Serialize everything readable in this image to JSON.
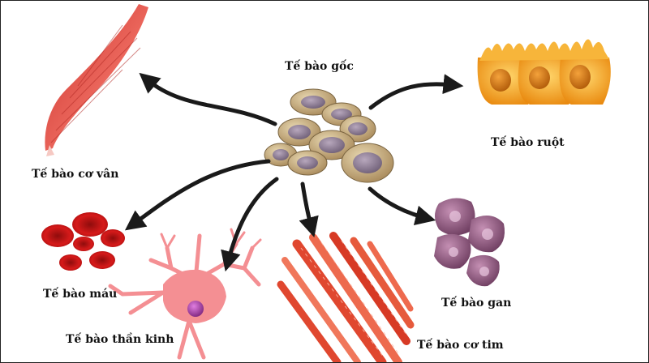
{
  "labels": {
    "center": "Tế bào gốc",
    "muscle": "Tế bào cơ vân",
    "intestine": "Tế bào ruột",
    "blood": "Tế bào máu",
    "nerve": "Tế bào thần kinh",
    "heart": "Tế bào cơ tim",
    "liver": "Tế bào gan"
  },
  "icons": {
    "center": "stem-cell-cluster-icon",
    "muscle": "skeletal-muscle-icon",
    "intestine": "intestinal-cell-icon",
    "blood": "red-blood-cell-icon",
    "nerve": "neuron-icon",
    "heart": "cardiac-muscle-icon",
    "liver": "liver-cell-icon"
  },
  "colors": {
    "arrow": "#1a1a1a",
    "stem_cell": "#c9ad7a",
    "stem_nucleus": "#8f7d93",
    "muscle": "#e8524a",
    "intestine": "#f3a21b",
    "blood": "#d11a1a",
    "nerve": "#f48f93",
    "nerve_nucleus": "#a63ea6",
    "heart": "#e0472f",
    "liver": "#8a5479"
  }
}
